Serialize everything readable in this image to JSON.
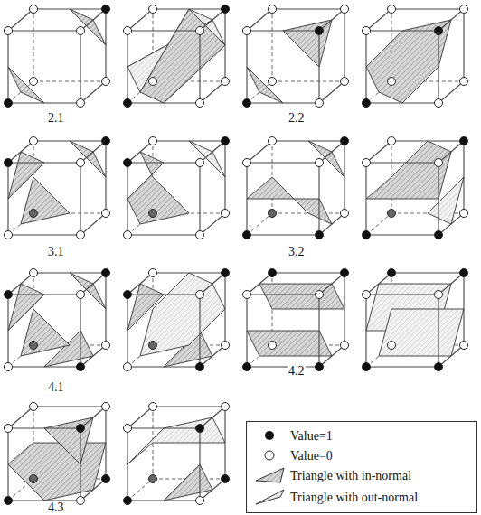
{
  "diagram": {
    "labels": [
      "2.1",
      "2.2",
      "3.1",
      "3.2",
      "4.1",
      "4.2",
      "4.3"
    ],
    "legend": [
      {
        "text": "Value=1"
      },
      {
        "text": "Value=0"
      },
      {
        "text": "Triangle with in-normal"
      },
      {
        "text": "Triangle with out-normal"
      }
    ]
  }
}
